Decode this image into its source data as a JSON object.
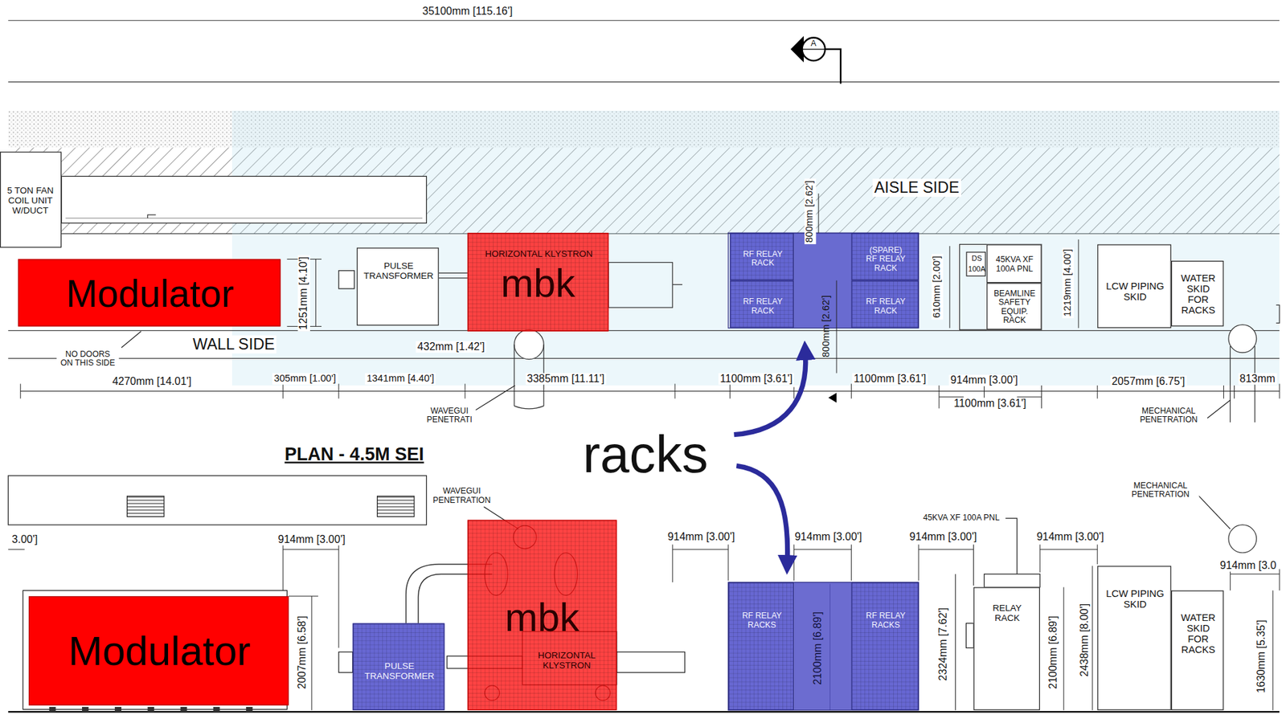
{
  "diagram": {
    "nodes": [
      {
        "text": [
          "5 TON FAN COIL UNIT W/DUCT"
        ]
      },
      {
        "text": [
          "Modulator"
        ]
      },
      {
        "text": [
          "PULSE TRANSFORMER"
        ]
      },
      {
        "text": [
          "HORIZONTAL KLYSTRON",
          "mbk"
        ]
      },
      {
        "text": [
          "RF RELAY RACK"
        ]
      },
      {
        "text": [
          "(SPARE) RF RELAY RACK"
        ]
      },
      {
        "text": [
          "RF RELAY RACK"
        ]
      },
      {
        "text": [
          "RF RELAY RACK"
        ]
      },
      {
        "text": [
          "DS",
          "100A"
        ]
      },
      {
        "text": [
          "45KVA XF 100A PNL"
        ]
      },
      {
        "text": [
          "BEAMLINE SAFETY EQUIP. RACK"
        ]
      },
      {
        "text": [
          "LCW PIPING SKID"
        ]
      },
      {
        "text": [
          "WATER SKID FOR RACKS"
        ]
      },
      {
        "text": [
          "Modulator"
        ]
      },
      {
        "text": [
          "PULSE TRANSFORMER"
        ]
      },
      {
        "text": [
          "mbk",
          "HORIZONTAL KLYSTRON"
        ]
      },
      {
        "text": [
          "RF RELAY RACKS"
        ]
      },
      {
        "text": [
          "RF RELAY RACKS"
        ]
      },
      {
        "text": [
          "RELAY RACK"
        ]
      },
      {
        "text": [
          "LCW PIPING SKID"
        ]
      },
      {
        "text": [
          "WATER SKID FOR RACKS"
        ]
      }
    ],
    "labels": [
      "35100mm [115.16']",
      "A",
      "AISLE SIDE",
      "WALL SIDE",
      "NO DOORS ON THIS SIDE",
      "1251mm [4.10']",
      "432mm [1.42']",
      "4270mm [14.01']",
      "305mm [1.00']",
      "1341mm [4.40']",
      "3385mm [11.11']",
      "1100mm [3.61']",
      "1100mm [3.61']",
      "914mm [3.00']",
      "1100mm [3.61']",
      "2057mm [6.75']",
      "813mm",
      "800mm [2.62']",
      "800mm [2.62']",
      "610mm [2.00']",
      "1219mm [4.00']",
      "WAVEGUI PENETRATI",
      "MECHANICAL PENETRATION",
      "PLAN - 4.5M SEI",
      "racks",
      "3.00']",
      "914mm [3.00']",
      "WAVEGUI PENETRATION",
      "914mm [3.00']",
      "914mm [3.00']",
      "914mm [3.00']",
      "914mm [3.00']",
      "45KVA XF 100A PNL",
      "MECHANICAL PENETRATION",
      "914mm [3.0",
      "2007mm [6.58']",
      "2100mm [6.89']",
      "2324mm [7.62']",
      "2100mm [6.89']",
      "2438mm [8.00']",
      "1630mm [5.35']"
    ]
  }
}
